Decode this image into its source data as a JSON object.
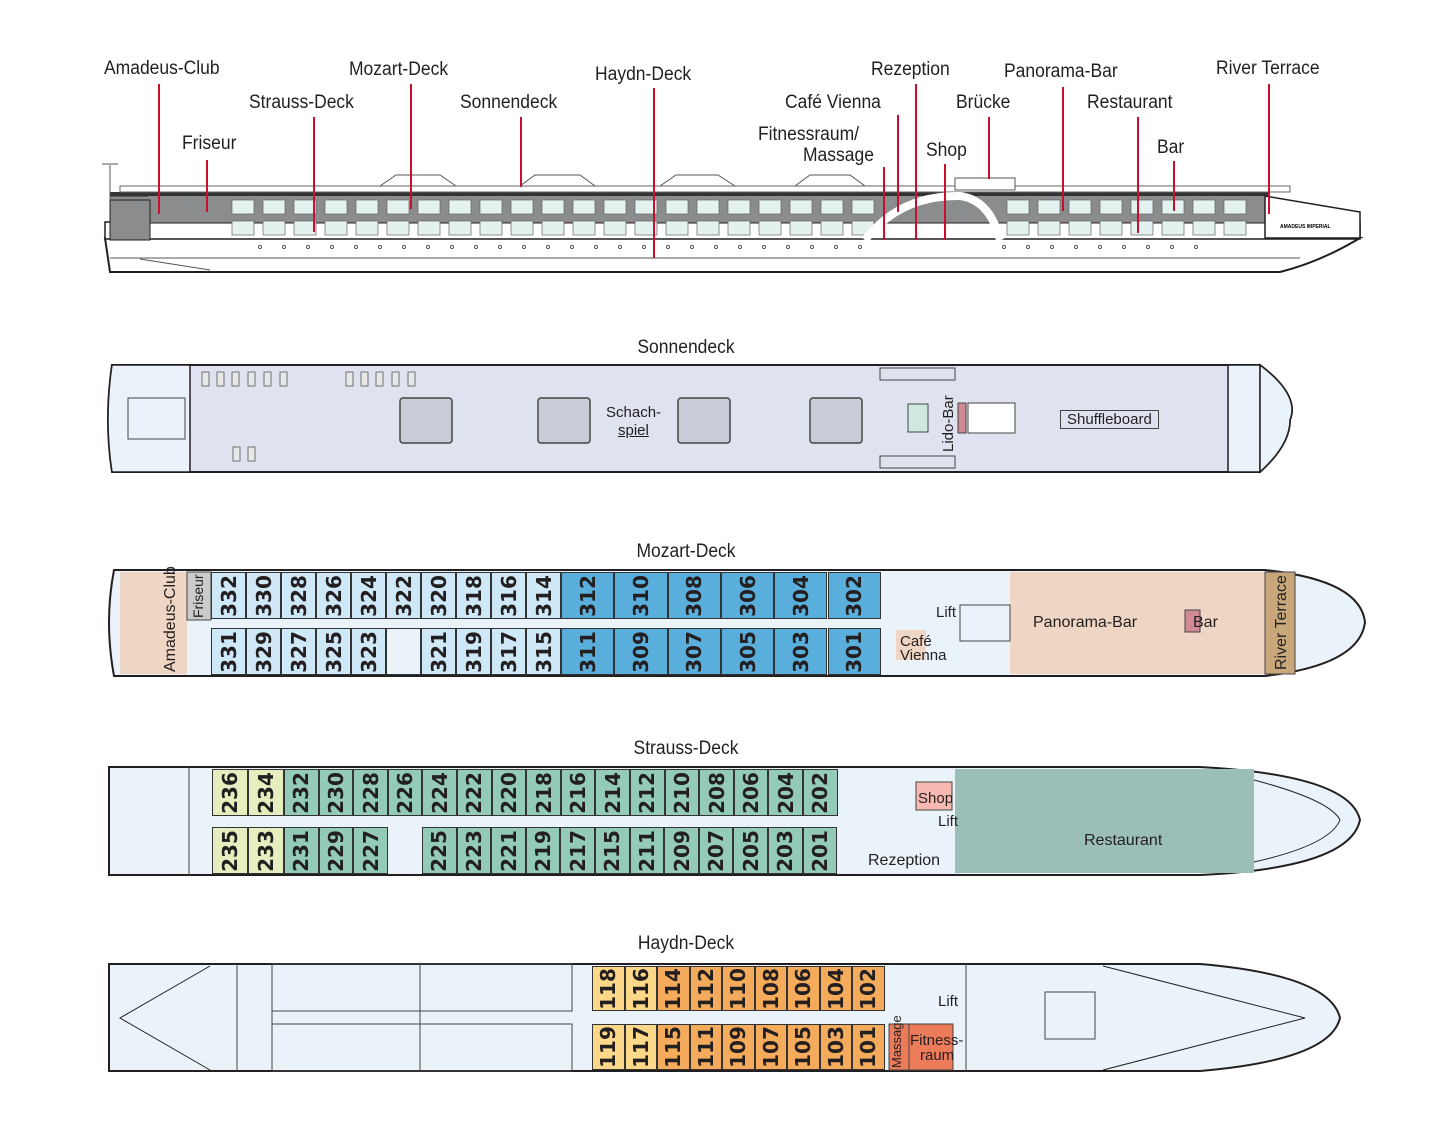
{
  "side_view": {
    "labels": [
      {
        "id": "amadeus-club",
        "text": "Amadeus-Club"
      },
      {
        "id": "friseur",
        "text": "Friseur"
      },
      {
        "id": "strauss-deck",
        "text": "Strauss-Deck"
      },
      {
        "id": "mozart-deck",
        "text": "Mozart-Deck"
      },
      {
        "id": "sonnendeck",
        "text": "Sonnendeck"
      },
      {
        "id": "haydn-deck",
        "text": "Haydn-Deck"
      },
      {
        "id": "fitness-massage-1",
        "text": "Fitnessraum/"
      },
      {
        "id": "fitness-massage-2",
        "text": "Massage"
      },
      {
        "id": "cafe-vienna",
        "text": "Café Vienna"
      },
      {
        "id": "rezeption",
        "text": "Rezeption"
      },
      {
        "id": "shop",
        "text": "Shop"
      },
      {
        "id": "bruecke",
        "text": "Brücke"
      },
      {
        "id": "panorama-bar",
        "text": "Panorama-Bar"
      },
      {
        "id": "restaurant",
        "text": "Restaurant"
      },
      {
        "id": "bar",
        "text": "Bar"
      },
      {
        "id": "river-terrace",
        "text": "River Terrace"
      }
    ],
    "ship_name": "AMADEUS IMPERIAL",
    "leader_color": "#c8102e"
  },
  "sonnendeck": {
    "title": "Sonnendeck",
    "schachspiel_1": "Schach-",
    "schachspiel_2": "spiel",
    "lido_bar": "Lido-Bar",
    "shuffleboard": "Shuffleboard",
    "fill": "#dfe3ef"
  },
  "mozart_deck": {
    "title": "Mozart-Deck",
    "amadeus_club": "Amadeus-Club",
    "friseur": "Friseur",
    "cafe_1": "Café",
    "cafe_2": "Vienna",
    "lift": "Lift",
    "panorama_bar": "Panorama-Bar",
    "bar": "Bar",
    "river_terrace": "River Terrace",
    "cabins_top_light": [
      "332",
      "330",
      "328",
      "326",
      "324",
      "322",
      "320",
      "318",
      "316",
      "314"
    ],
    "cabins_top_dark": [
      "312",
      "310",
      "308",
      "306",
      "304",
      "302"
    ],
    "cabins_bottom_light": [
      "331",
      "329",
      "327",
      "325",
      "323",
      "",
      "321",
      "319",
      "317",
      "315"
    ],
    "cabins_bottom_dark": [
      "311",
      "309",
      "307",
      "305",
      "303",
      "301"
    ],
    "colors": {
      "light": "#cfe8f7",
      "dark": "#5aaedc",
      "lounge": "#efd5c3",
      "terrace": "#c8a87a"
    }
  },
  "strauss_deck": {
    "title": "Strauss-Deck",
    "shop": "Shop",
    "lift": "Lift",
    "rezeption": "Rezeption",
    "restaurant": "Restaurant",
    "cabins_top_yellow": [
      "236",
      "234"
    ],
    "cabins_top_green": [
      "232",
      "230",
      "228",
      "226",
      "224",
      "222",
      "220",
      "218",
      "216",
      "214",
      "212",
      "210",
      "208",
      "206",
      "204",
      "202"
    ],
    "cabins_bottom_yellow": [
      "235",
      "233"
    ],
    "cabins_bottom_green_a": [
      "231",
      "229",
      "227"
    ],
    "cabins_bottom_green_b": [
      "225",
      "223",
      "221",
      "219",
      "217",
      "215",
      "211",
      "209",
      "207",
      "205",
      "203",
      "201"
    ],
    "colors": {
      "yellow": "#e6eec0",
      "green": "#93cbb8",
      "restaurant": "#9bbfb8",
      "shop": "#f6b8b0"
    }
  },
  "haydn_deck": {
    "title": "Haydn-Deck",
    "lift": "Lift",
    "massage": "Massage",
    "fitness_1": "Fitness-",
    "fitness_2": "raum",
    "cabins_top_yellow": [
      "118",
      "116"
    ],
    "cabins_top_orange": [
      "114",
      "112",
      "110",
      "108",
      "106",
      "104",
      "102"
    ],
    "cabins_bottom_yellow": [
      "119",
      "117"
    ],
    "cabins_bottom_orange": [
      "115",
      "111",
      "109",
      "107",
      "105",
      "103",
      "101"
    ],
    "colors": {
      "yellow": "#fdd888",
      "orange": "#f4ac5c",
      "fitness": "#ec7b5a"
    }
  }
}
